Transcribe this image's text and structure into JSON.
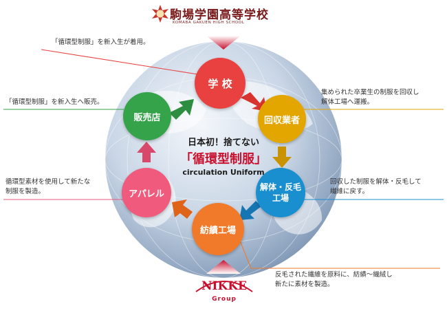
{
  "header": {
    "logo_text": "駒場",
    "school_name": "駒場学園高等学校",
    "school_name_en": "KOMABA GAKUEN HIGH SCHOOL"
  },
  "center": {
    "line1": "日本初！捨てない",
    "line2": "「循環型制服」",
    "line3": "circulation Uniform"
  },
  "nodes": [
    {
      "id": "school",
      "label": "学 校",
      "color": "#e8413f"
    },
    {
      "id": "collector",
      "label": "回収業者",
      "color": "#e3a500"
    },
    {
      "id": "dismantle",
      "label": "解体・反毛\n工場",
      "color": "#1a8fcf"
    },
    {
      "id": "spinning",
      "label": "紡績工場",
      "color": "#f07a2a"
    },
    {
      "id": "apparel",
      "label": "アパレル",
      "color": "#ef5a7d"
    },
    {
      "id": "shop",
      "label": "販売店",
      "color": "#34a34a"
    }
  ],
  "notes": {
    "school": "「循環型制服」を新入生が着用。",
    "shop": "「循環型制服」を新入生へ販売。",
    "collector_l1": "集められた卒業生の制服を回収し",
    "collector_l2": "解体工場へ運搬。",
    "apparel_l1": "循環型素材を使用して新たな",
    "apparel_l2": "制服を製造。",
    "dismantle_l1": "回収した制服を解体・反毛して",
    "dismantle_l2": "繊維に戻す。",
    "spinning_l1": "反毛された繊維を原料に、紡績～織絨し",
    "spinning_l2": "新たに素材を製造。"
  },
  "footer": {
    "brand": "NIKKE",
    "group": "Group"
  },
  "colors": {
    "brand_red": "#c8102e",
    "school_maroon": "#7a1a1a",
    "globe": "#9cb3cf"
  }
}
